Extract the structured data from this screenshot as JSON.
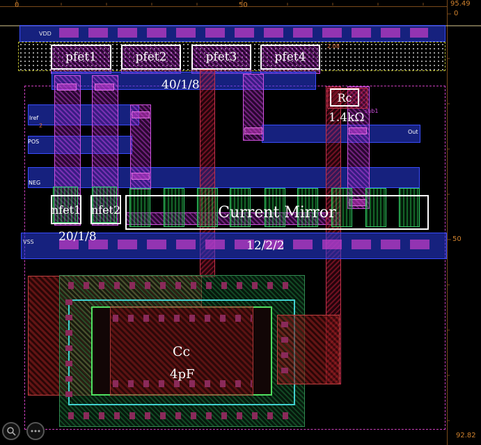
{
  "ruler": {
    "top_ticks": [
      "0",
      "50"
    ],
    "right_ticks": [
      "0",
      "50"
    ],
    "corner_top": "95.49",
    "corner_bottom": "92.82"
  },
  "layers": {
    "vdd_label": "VDD",
    "vss_label": "VSS",
    "iref_label": "Iref",
    "pos_label": "POS",
    "neg_label": "NEG",
    "out_label": "Out",
    "pin_two": "2",
    "dim_208": "2.08",
    "sub_label": "sub1"
  },
  "labels": {
    "pfet1": "pfet1",
    "pfet2": "pfet2",
    "pfet3": "pfet3",
    "pfet4": "pfet4",
    "pfet_size": "40/1/8",
    "rc": "Rc",
    "rc_value": "1.4kΩ",
    "nfet1": "nfet1",
    "nfet2": "nfet2",
    "nfet_size": "20/1/8",
    "current_mirror": "Current Mirror",
    "mirror_size": "12/2/2",
    "cc": "Cc",
    "cc_value": "4pF"
  },
  "toolbar": {
    "zoom_icon": "magnifier-icon",
    "more_icon": "more-icon"
  },
  "colors": {
    "background": "#000000",
    "ruler": "#d0822e",
    "metal1": "#2b3cf0",
    "metal2": "#c040d0",
    "poly": "#c0304a",
    "label_box": "#ffffff"
  }
}
